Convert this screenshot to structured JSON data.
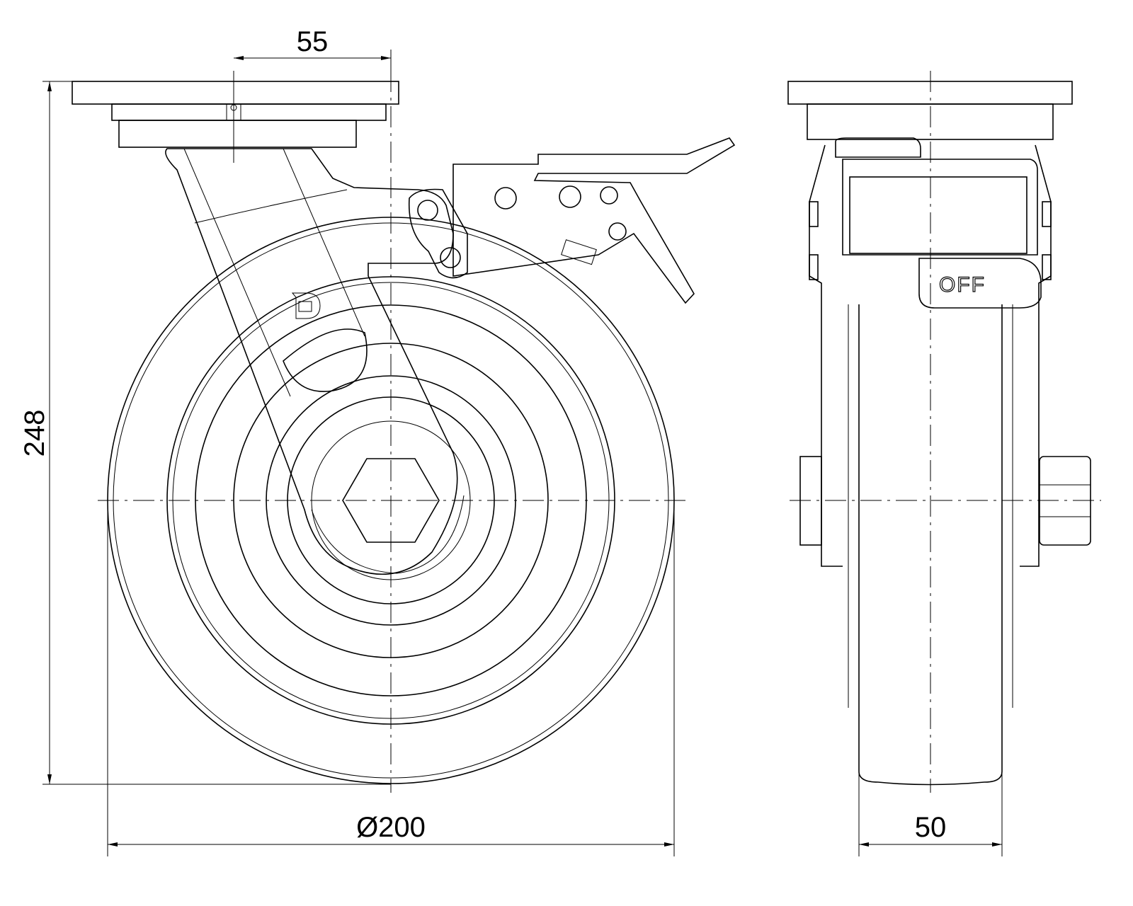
{
  "drawing": {
    "logo_text": "D",
    "brake_label": "OFF",
    "dimensions": {
      "offset": "55",
      "height": "248",
      "wheel_diameter": "Ø200",
      "wheel_width": "50"
    }
  }
}
